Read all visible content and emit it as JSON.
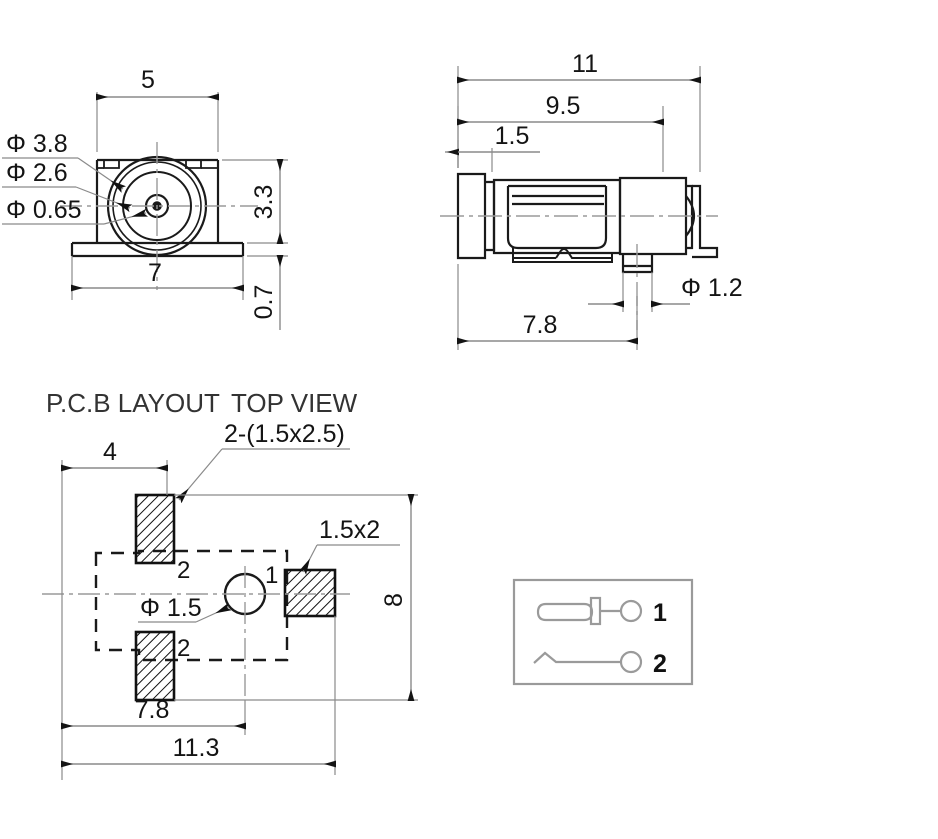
{
  "drawing": {
    "title_block": {
      "pcb_layout_label": "P.C.B LAYOUT",
      "top_view_label": "TOP VIEW"
    },
    "front_view": {
      "name": "front-view",
      "dimensions": {
        "width_top": "5",
        "width_bottom": "7",
        "height_body": "3.3",
        "height_flange": "0.7",
        "dia_outer": "Φ 3.8",
        "dia_middle": "Φ 2.6",
        "dia_pin": "Φ 0.65"
      }
    },
    "side_view": {
      "name": "side-view",
      "dimensions": {
        "overall_length": "11",
        "length_to_tab": "9.5",
        "front_face": "1.5",
        "pin_position": "7.8",
        "pin_diameter": "Φ 1.2"
      }
    },
    "pcb_layout": {
      "name": "pcb-layout-view",
      "dimensions": {
        "pad1_offset": "4",
        "ground_pad_note": "2-(1.5x2.5)",
        "signal_pad_note": "1.5x2",
        "hole_diameter": "Φ 1.5",
        "height_overall": "8",
        "width_inner": "7.8",
        "width_overall": "11.3"
      },
      "pad_labels": {
        "ground_top": "2",
        "ground_bottom": "2",
        "signal": "1"
      }
    },
    "pin_legend": {
      "name": "pin-legend-box",
      "rows": [
        {
          "symbol": "center-contact-symbol",
          "number": "1"
        },
        {
          "symbol": "ground-contact-symbol",
          "number": "2"
        }
      ]
    },
    "colors": {
      "line": "#1a1a1a",
      "thin_line": "#8a8a8a",
      "center_line": "#9a9a9a",
      "hatch": "#111111",
      "text": "#141414",
      "legend_border": "#9a9a9a"
    }
  }
}
